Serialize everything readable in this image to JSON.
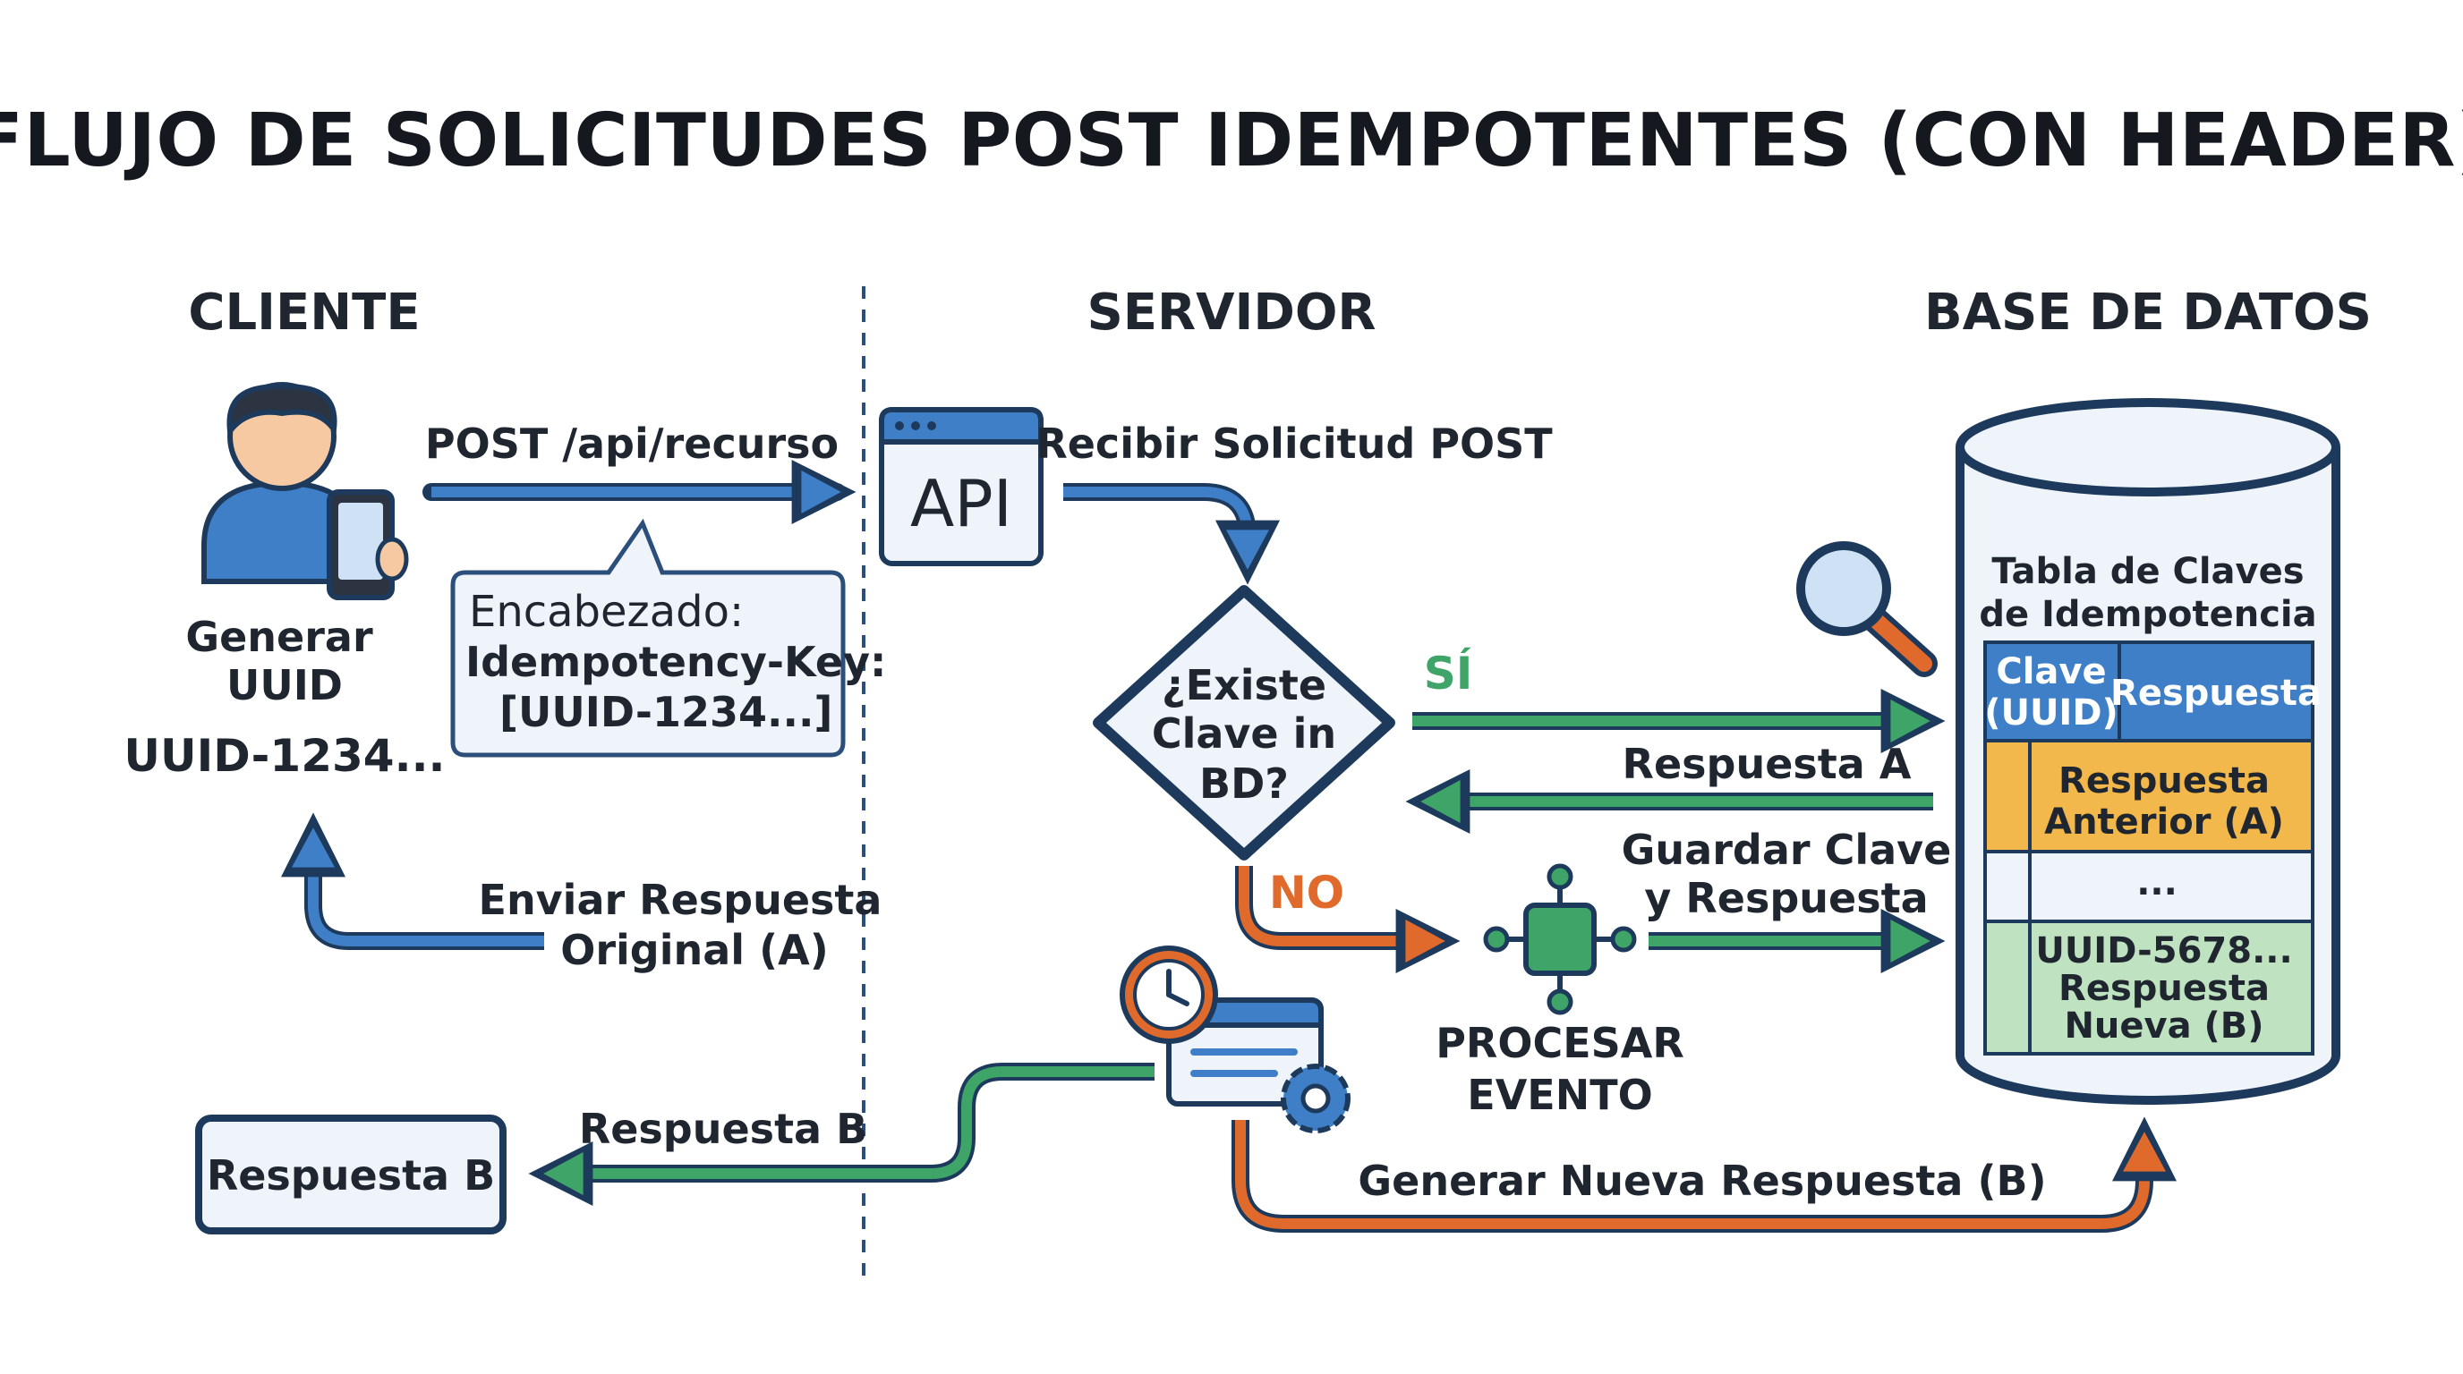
{
  "title": "FLUJO DE SOLICITUDES POST IDEMPOTENTES (CON HEADER)",
  "columns": {
    "client": "CLIENTE",
    "server": "SERVIDOR",
    "database": "BASE DE DATOS"
  },
  "client": {
    "generate_line1": "Generar",
    "generate_line2": "UUID",
    "uuid": "UUID-1234...",
    "post_label": "POST /api/recurso",
    "header_line1": "Encabezado:",
    "header_line2": "Idempotency-Key:",
    "header_line3": "[UUID-1234...]",
    "send_line1": "Enviar Respuesta",
    "send_line2": "Original (A)",
    "response_b_box": "Respuesta B",
    "response_b_label": "Respuesta B"
  },
  "server": {
    "api": "API",
    "receive": "Recibir Solicitud POST",
    "decision_line1": "¿Existe",
    "decision_line2": "Clave in",
    "decision_line3": "BD?",
    "yes": "SÍ",
    "no": "NO",
    "response_a": "Respuesta A",
    "save_line1": "Guardar Clave",
    "save_line2": "y Respuesta",
    "process_line1": "PROCESAR",
    "process_line2": "EVENTO",
    "generate_new": "Generar Nueva Respuesta (B)"
  },
  "database": {
    "table_title_line1": "Tabla de Claves",
    "table_title_line2": "de Idempotencia",
    "col_key_line1": "Clave",
    "col_key_line2": "(UUID)",
    "col_response": "Respuesta",
    "row1_line1": "Respuesta",
    "row1_line2": "Anterior (A)",
    "row2": "...",
    "row3_line1": "UUID-5678...",
    "row3_line2": "Respuesta",
    "row3_line3": "Nueva (B)"
  },
  "icons": [
    "user-with-phone-icon",
    "api-window-icon",
    "magnifier-icon",
    "process-node-icon",
    "clock-settings-icon",
    "database-cylinder-icon"
  ],
  "colors": {
    "blue": "#3f7fc7",
    "green": "#3fa468",
    "orange": "#e06a2c",
    "navy": "#1d3a5c",
    "table_header": "#3f7fc7",
    "row_orange": "#f2b84b",
    "row_green": "#bfe3c0",
    "row_light": "#eef4fa"
  }
}
